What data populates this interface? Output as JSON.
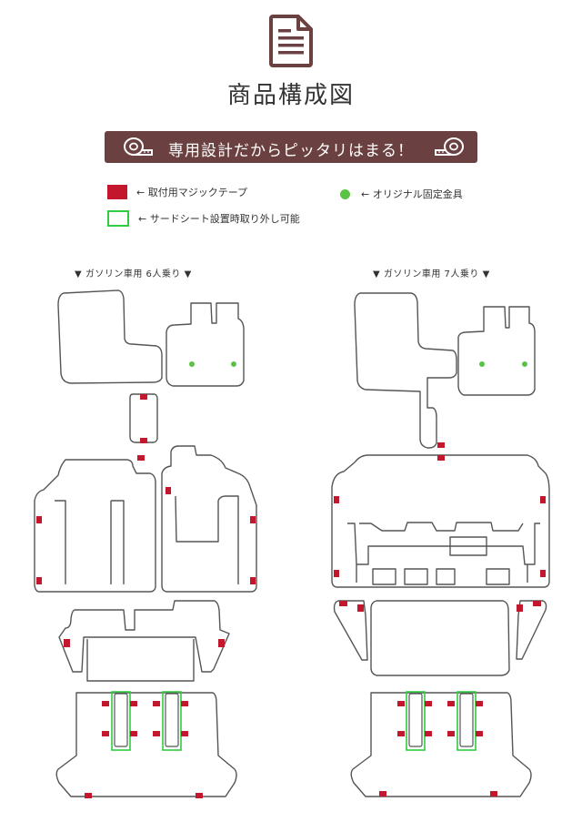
{
  "header": {
    "title": "商品構成図"
  },
  "banner": {
    "text": "専用設計だからピッタリはまる！"
  },
  "legend": {
    "tape_label": "← 取付用マジックテープ",
    "clip_label": "← オリジナル固定金具",
    "removable_label": "← サードシート設置時取り外し可能"
  },
  "variants": [
    {
      "caption": "▼ ガソリン車用 6人乗り ▼"
    },
    {
      "caption": "▼ ガソリン車用 7人乗り ▼"
    }
  ],
  "colors": {
    "brand": "#6b4040",
    "tape": "#c2172d",
    "clip": "#5ac245",
    "removable": "#2ecc40",
    "outline": "#555555"
  },
  "icons": [
    "document-icon",
    "tape-measure-icon"
  ]
}
